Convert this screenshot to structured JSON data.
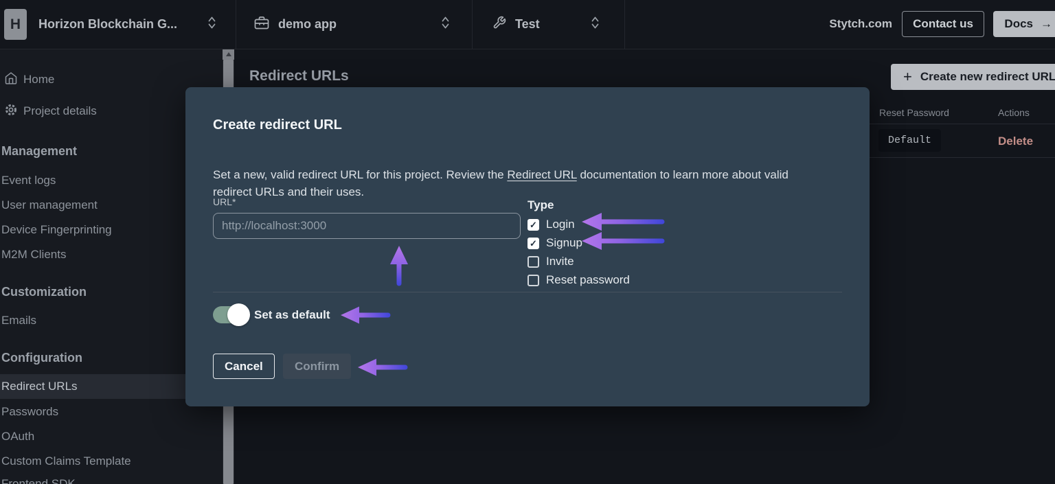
{
  "topbar": {
    "logo_letter": "H",
    "org_name": "Horizon Blockchain G...",
    "app_name": "demo app",
    "env_name": "Test",
    "stytch_link": "Stytch.com",
    "contact_button": "Contact us",
    "docs_button": "Docs",
    "docs_arrow": "→"
  },
  "sidebar": {
    "items": [
      {
        "label": "Home"
      },
      {
        "label": "Project details"
      },
      {
        "label": "Management",
        "header": true
      },
      {
        "label": "Event logs"
      },
      {
        "label": "User management"
      },
      {
        "label": "Device Fingerprinting"
      },
      {
        "label": "M2M Clients"
      },
      {
        "label": "Customization",
        "header": true
      },
      {
        "label": "Emails"
      },
      {
        "label": "Configuration",
        "header": true
      },
      {
        "label": "Redirect URLs",
        "active": true
      },
      {
        "label": "Passwords"
      },
      {
        "label": "OAuth"
      },
      {
        "label": "Custom Claims Template"
      },
      {
        "label": "Frontend SDK"
      }
    ]
  },
  "main": {
    "heading": "Redirect URLs",
    "create_button_plus": "+",
    "create_button": "Create new redirect URL",
    "table": {
      "visible_columns": [
        "Reset Password",
        "Actions"
      ],
      "rows": [
        {
          "reset_password": "Default",
          "action": "Delete"
        }
      ]
    }
  },
  "modal": {
    "title": "Create redirect URL",
    "description_before": "Set a new, valid redirect URL for this project. Review the ",
    "description_link": "Redirect URL",
    "description_after": " documentation to learn more about valid redirect URLs and their uses.",
    "url_label": "URL*",
    "url_placeholder": "http://localhost:3000",
    "url_value": "",
    "type_label": "Type",
    "checkboxes": [
      {
        "label": "Login",
        "checked": true
      },
      {
        "label": "Signup",
        "checked": true
      },
      {
        "label": "Invite",
        "checked": false
      },
      {
        "label": "Reset password",
        "checked": false
      }
    ],
    "toggle_label": "Set as default",
    "toggle_on": true,
    "cancel_button": "Cancel",
    "confirm_button": "Confirm",
    "confirm_disabled": true
  },
  "icons": {
    "check": "✓"
  },
  "colors": {
    "modal_bg": "#304150",
    "accent_arrow_start": "#b476ea",
    "accent_arrow_end": "#3f46d9",
    "toggle_on": "#7e9e90",
    "delete_text": "#c38e88",
    "button_light": "#babdc2"
  }
}
